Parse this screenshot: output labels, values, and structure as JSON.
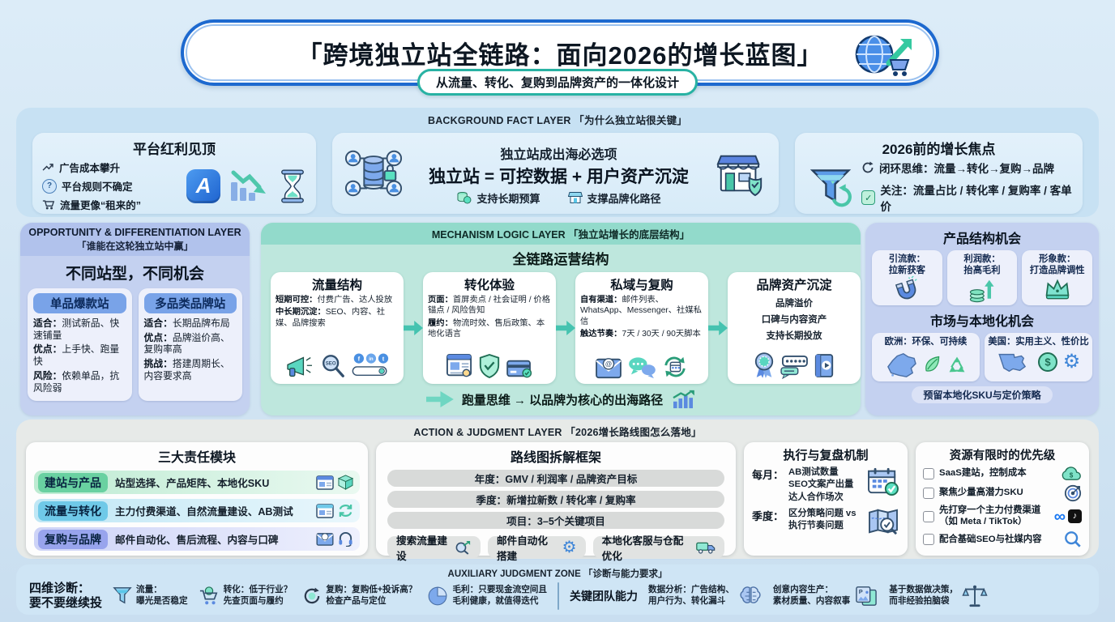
{
  "colors": {
    "accent_blue": "#1d69cf",
    "accent_teal": "#28b2a3",
    "panel_blue": "#c7e1f3",
    "panel_periwinkle": "#c4d1f0",
    "panel_mint": "#bee7dd",
    "panel_grey": "#e7eae8",
    "panel_footer": "#cfe5f5"
  },
  "title": {
    "main": "「跨境独立站全链路：面向2026的增长蓝图」",
    "subtitle": "从流量、转化、复购到品牌资产的一体化设计"
  },
  "icons": {
    "app_letter": "A",
    "seo": "SEO",
    "social_f": "f",
    "social_in": "in",
    "social_t": "t",
    "at": "@",
    "question": "?",
    "dollar": "$",
    "meta": "∞",
    "tiktok_note": "♪",
    "gear": "⚙",
    "check": "✓",
    "doc_p": "P"
  },
  "background": {
    "header": "BACKGROUND FACT LAYER 「为什么独立站很关键」",
    "platform": {
      "title": "平台红利见顶",
      "b1": "广告成本攀升",
      "b2": "平台规则不确定",
      "b3": "流量更像“租来的”"
    },
    "musthave": {
      "title": "独立站成出海必选项",
      "formula": "独立站 = 可控数据 + 用户资产沉淀",
      "b1": "支持长期预算",
      "b2": "支撑品牌化路径"
    },
    "focus": {
      "title": "2026前的增长焦点",
      "b1": "闭环思维：流量→转化→复购→品牌",
      "b2": "关注：流量占比 / 转化率 / 复购率 / 客单价"
    }
  },
  "opportunity": {
    "header_en": "OPPORTUNITY & DIFFERENTIATION LAYER",
    "header_cn": "「谁能在这轮独立站中赢」",
    "title": "不同站型，不同机会",
    "site1": {
      "name": "单品爆款站",
      "r1l": "适合：",
      "r1": "测试新品、快速铺量",
      "r2l": "优点：",
      "r2": "上手快、跑量快",
      "r3l": "风险：",
      "r3": "依赖单品，抗风险弱"
    },
    "site2": {
      "name": "多品类品牌站",
      "r1l": "适合：",
      "r1": "长期品牌布局",
      "r2l": "优点：",
      "r2": "品牌溢价高、复购率高",
      "r3l": "挑战：",
      "r3": "搭建周期长、内容要求高"
    }
  },
  "mechanism": {
    "header": "MECHANISM LOGIC LAYER 「独立站增长的底层结构」",
    "title": "全链路运营结构",
    "c1": {
      "title": "流量结构",
      "l1l": "短期可控：",
      "l1": "付费广告、达人投放",
      "l2l": "中长期沉淀：",
      "l2": "SEO、内容、社媒、品牌搜索"
    },
    "c2": {
      "title": "转化体验",
      "l1l": "页面：",
      "l1": "首屏卖点 / 社会证明 / 价格锚点 / 风险告知",
      "l2l": "履约：",
      "l2": "物流时效、售后政策、本地化语言"
    },
    "c3": {
      "title": "私域与复购",
      "l1l": "自有渠道：",
      "l1": "邮件列表、WhatsApp、Messenger、社媒私信",
      "l2l": "触达节奏：",
      "l2": "7天 / 30天 / 90天脚本"
    },
    "c4": {
      "title": "品牌资产沉淀",
      "l1": "品牌溢价",
      "l2": "口碑与内容资产",
      "l3": "支持长期投放"
    },
    "footer": "跑量思维 → 以品牌为核心的出海路径"
  },
  "product": {
    "title": "产品结构机会",
    "i1l": "引流款：",
    "i1": "拉新获客",
    "i2l": "利润款：",
    "i2": "抬高毛利",
    "i3l": "形象款：",
    "i3": "打造品牌调性",
    "title2": "市场与本地化机会",
    "m1l": "欧洲：",
    "m1": "环保、可持续",
    "m2l": "美国：",
    "m2": "实用主义、性价比",
    "footer": "预留本地化SKU与定价策略"
  },
  "action": {
    "header": "ACTION & JUDGMENT LAYER 「2026增长路线图怎么落地」",
    "modules": {
      "title": "三大责任模块",
      "r1tag": "建站与产品",
      "r1": "站型选择、产品矩阵、本地化SKU",
      "r2tag": "流量与转化",
      "r2": "主力付费渠道、自然流量建设、AB测试",
      "r3tag": "复购与品牌",
      "r3": "邮件自动化、售后流程、内容与口碑"
    },
    "roadmap": {
      "title": "路线图拆解框架",
      "bar1": "年度：GMV / 利润率 / 品牌资产目标",
      "bar2": "季度：新增拉新数 / 转化率 / 复购率",
      "bar3": "项目：3–5个关键项目",
      "btn1": "搜索流量建设",
      "btn2": "邮件自动化搭建",
      "btn3": "本地化客服与仓配优化"
    },
    "review": {
      "title": "执行与复盘机制",
      "ml": "每月：",
      "m1": "AB测试数量",
      "m2": "SEO文案产出量",
      "m3": "达人合作场次",
      "ql": "季度：",
      "q1": "区分策略问题 vs",
      "q2": "执行节奏问题"
    },
    "priority": {
      "title": "资源有限时的优先级",
      "i1": "SaaS建站，控制成本",
      "i2": "聚焦少量高潜力SKU",
      "i3a": "先打穿一个主力付费渠道",
      "i3b": "（如 Meta / TikTok）",
      "i4": "配合基础SEO与社媒内容"
    }
  },
  "auxiliary": {
    "header": "AUXILIARY JUDGMENT ZONE 「诊断与能力要求」",
    "diag_t1": "四维诊断：",
    "diag_t2": "要不要继续投",
    "d1a": "流量：",
    "d1b": "曝光是否稳定",
    "d2a": "转化：低于行业？",
    "d2b": "先查页面与履约",
    "d3a": "复购：复购低+投诉高？",
    "d3b": "检查产品与定位",
    "d4a": "毛利：只要现金流空间且",
    "d4b": "毛利健康，就值得迭代",
    "team_title": "关键团队能力",
    "c1a": "数据分析：广告结构、",
    "c1b": "用户行为、转化漏斗",
    "c2a": "创意内容生产：",
    "c2b": "素材质量、内容叙事",
    "c3a": "基于数据做决策，",
    "c3b": "而非经验拍脑袋"
  }
}
